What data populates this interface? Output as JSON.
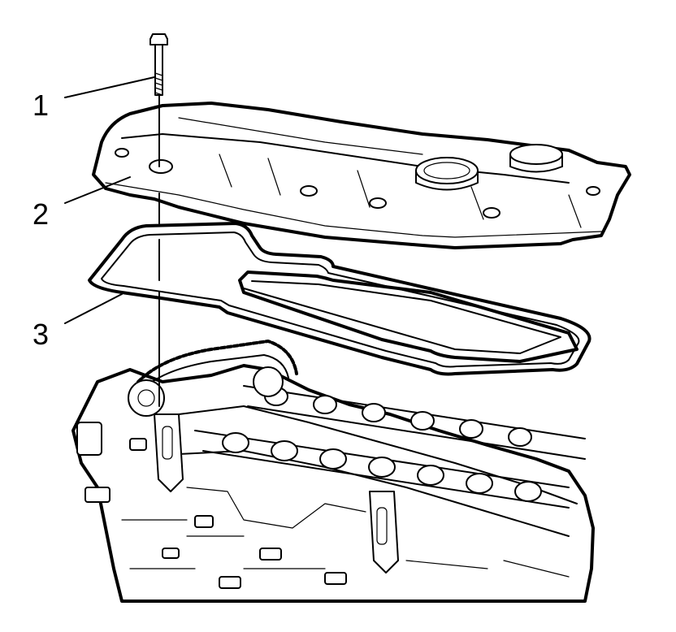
{
  "callouts": [
    {
      "number": "1"
    },
    {
      "number": "2"
    },
    {
      "number": "3"
    }
  ],
  "colors": {
    "ink": "#000000",
    "paper": "#ffffff"
  },
  "icons": [
    "bolt-icon",
    "valve-cover-icon",
    "gasket-icon",
    "cylinder-head-icon"
  ]
}
